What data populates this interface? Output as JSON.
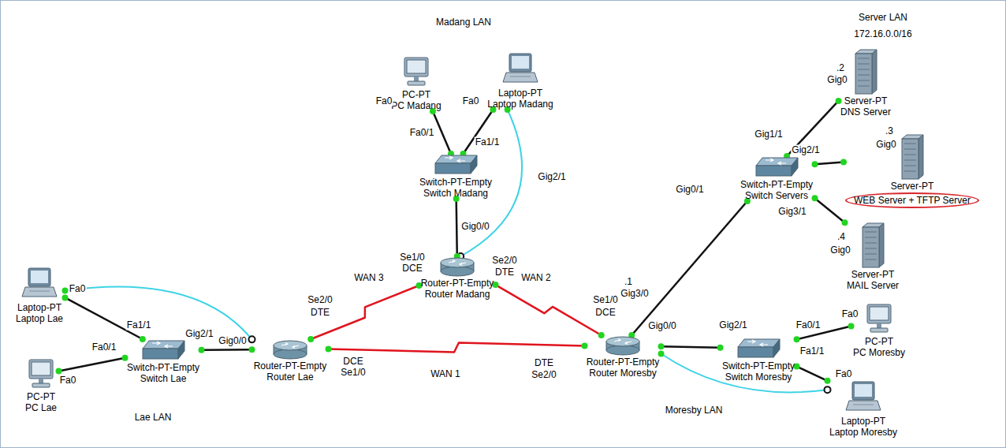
{
  "diagram": {
    "nodes": [
      {
        "text": [
          "PC-PT",
          "PC Madang"
        ]
      },
      {
        "text": [
          "Laptop-PT",
          "Laptop Madang"
        ]
      },
      {
        "text": [
          "Server-PT",
          "DNS Server"
        ]
      },
      {
        "text": [
          "Switch-PT-Empty",
          "Switch Madang"
        ]
      },
      {
        "text": [
          "Switch-PT-Empty",
          "Switch Servers"
        ]
      },
      {
        "text": [
          "Server-PT",
          "WEB Server + TFTP Server"
        ]
      },
      {
        "text": [
          "Router-PT-Empty",
          "Router Madang"
        ]
      },
      {
        "text": [
          "Server-PT",
          "MAIL Server"
        ]
      },
      {
        "text": [
          "Laptop-PT",
          "Laptop Lae"
        ]
      },
      {
        "text": [
          "PC-PT",
          "PC Lae"
        ]
      },
      {
        "text": [
          "Switch-PT-Empty",
          "Switch Lae"
        ]
      },
      {
        "text": [
          "Router-PT-Empty",
          "Router Lae"
        ]
      },
      {
        "text": [
          "Router-PT-Empty",
          "Router Moresby"
        ]
      },
      {
        "text": [
          "Switch-PT-Empty",
          "Switch Moresby"
        ]
      },
      {
        "text": [
          "PC-PT",
          "PC Moresby"
        ]
      },
      {
        "text": [
          "Laptop-PT",
          "Laptop Moresby"
        ]
      }
    ],
    "edges": [
      {
        "from": 0,
        "to": 3,
        "arrow": "none"
      },
      {
        "from": 1,
        "to": 3,
        "arrow": "none"
      },
      {
        "from": 1,
        "to": 6,
        "arrow": "none"
      },
      {
        "from": 3,
        "to": 6,
        "arrow": "none"
      },
      {
        "from": 6,
        "to": 11,
        "arrow": "none",
        "label": "WAN 3"
      },
      {
        "from": 6,
        "to": 12,
        "arrow": "none",
        "label": "WAN 2"
      },
      {
        "from": 11,
        "to": 12,
        "arrow": "none",
        "label": "WAN 1"
      },
      {
        "from": 12,
        "to": 4,
        "arrow": "none"
      },
      {
        "from": 4,
        "to": 2,
        "arrow": "none"
      },
      {
        "from": 4,
        "to": 5,
        "arrow": "none"
      },
      {
        "from": 4,
        "to": 7,
        "arrow": "none"
      },
      {
        "from": 8,
        "to": 10,
        "arrow": "none"
      },
      {
        "from": 9,
        "to": 10,
        "arrow": "none"
      },
      {
        "from": 10,
        "to": 11,
        "arrow": "none"
      },
      {
        "from": 8,
        "to": 11,
        "arrow": "none"
      },
      {
        "from": 12,
        "to": 13,
        "arrow": "none"
      },
      {
        "from": 13,
        "to": 14,
        "arrow": "none"
      },
      {
        "from": 13,
        "to": 15,
        "arrow": "none"
      },
      {
        "from": 12,
        "to": 15,
        "arrow": "none"
      }
    ],
    "labels": [
      "Madang LAN",
      "Server LAN",
      "172.16.0.0/16",
      ".2",
      "Gig0",
      "Fa0",
      "Fa0",
      "Fa0/1",
      "Fa1/1",
      "Gig1/1",
      ".3",
      "Gig0",
      "Gig2/1",
      "Gig2/1",
      "Gig0/1",
      "Gig3/1",
      ".4",
      "Gig0",
      "Gig0/0",
      "Se1/0",
      "DCE",
      "Se2/0",
      "DTE",
      ".1",
      "Gig3/0",
      "Fa0",
      "Se2/0",
      "DTE",
      "Se1/0",
      "DCE",
      "Fa1/1",
      "Gig2/1",
      "Fa0/1",
      "Gig0/0",
      "Gig0/0",
      "Fa0",
      "Fa0/1",
      "Fa0",
      "Gig2/1",
      "Fa1/1",
      "DCE",
      "Se1/0",
      "DTE",
      "Se2/0",
      "Fa0",
      "Lae LAN",
      "Moresby LAN"
    ]
  }
}
